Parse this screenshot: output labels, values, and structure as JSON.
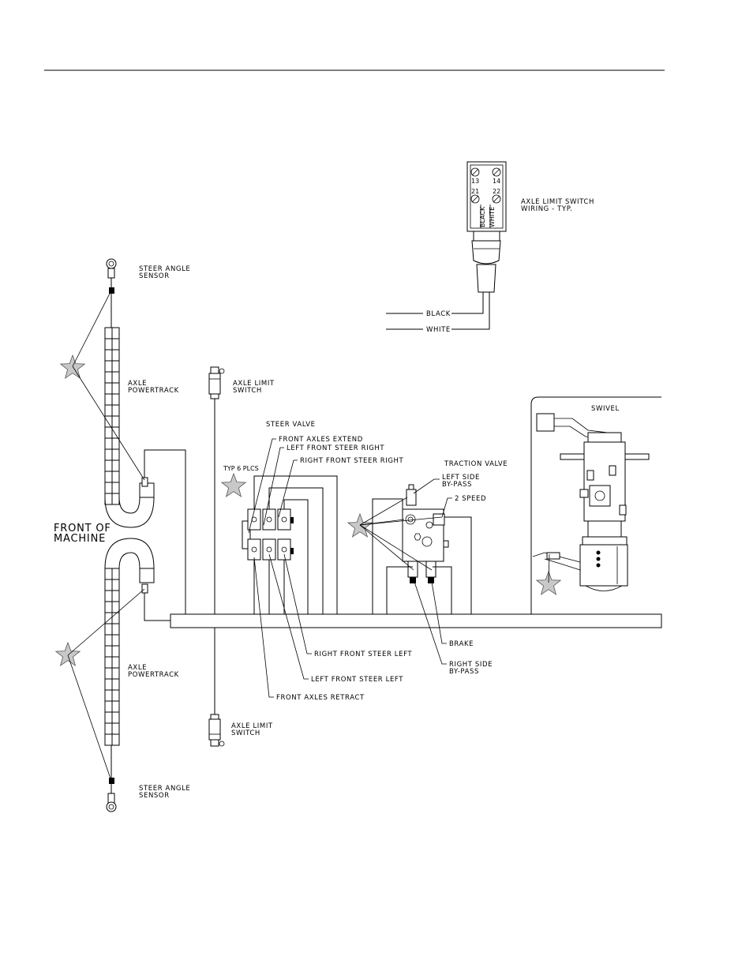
{
  "labels": {
    "steer_angle_sensor": "STEER ANGLE\nSENSOR",
    "axle_powertrack": "AXLE\nPOWERTRACK",
    "front_of_machine": "FRONT OF\nMACHINE",
    "axle_limit_switch": "AXLE LIMIT\nSWITCH",
    "axle_limit_switch_wiring": "AXLE LIMIT SWITCH\nWIRING - TYP.",
    "black": "BLACK",
    "white": "WHITE",
    "steer_valve": "STEER VALVE",
    "front_axles_extend": "FRONT AXLES EXTEND",
    "left_front_steer_right": "LEFT FRONT STEER RIGHT",
    "right_front_steer_right": "RIGHT FRONT STEER RIGHT",
    "typ_6_plcs": "TYP 6 PLCS",
    "traction_valve": "TRACTION VALVE",
    "left_side_bypass": "LEFT SIDE\nBY-PASS",
    "two_speed": "2 SPEED",
    "swivel": "SWIVEL",
    "right_front_steer_left": "RIGHT FRONT STEER LEFT",
    "left_front_steer_left": "LEFT FRONT STEER LEFT",
    "front_axles_retract": "FRONT AXLES RETRACT",
    "brake": "BRAKE",
    "right_side_bypass": "RIGHT SIDE\nBY-PASS",
    "terminal_13": "13",
    "terminal_14": "14",
    "terminal_21": "21",
    "terminal_22": "22",
    "wire_black": "BLACK",
    "wire_white": "WHITE"
  }
}
